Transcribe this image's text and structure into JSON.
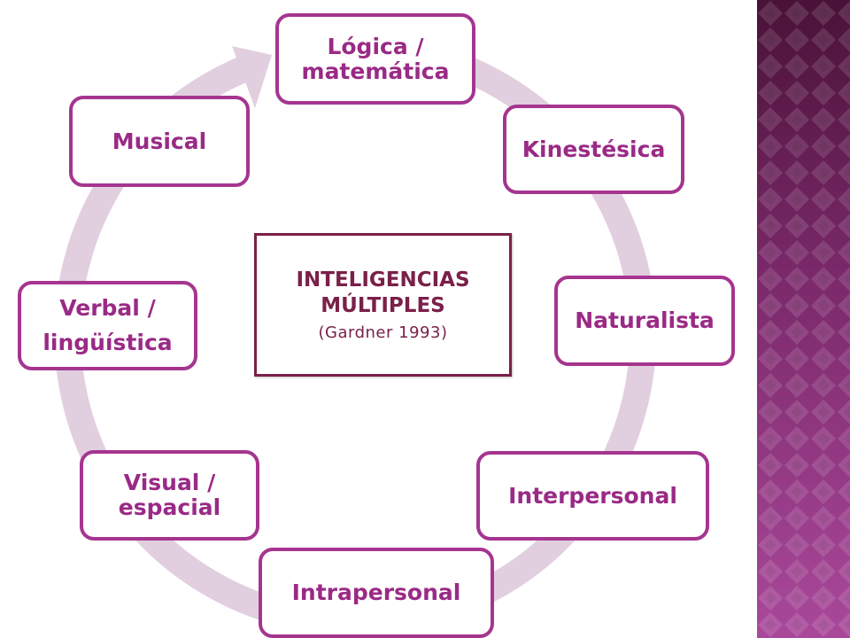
{
  "diagram": {
    "center": {
      "title_line1": "INTELIGENCIAS",
      "title_line2": "MÚLTIPLES",
      "subtitle": "(Gardner 1993)"
    },
    "nodes": [
      {
        "line1": "Lógica /",
        "line2": "matemática"
      },
      {
        "line1": "Kinestésica"
      },
      {
        "line1": "Naturalista"
      },
      {
        "line1": "Interpersonal"
      },
      {
        "line1": "Intrapersonal"
      },
      {
        "line1": "Visual /",
        "line2": "espacial"
      },
      {
        "line1": "Verbal /",
        "line2": "lingüística"
      },
      {
        "line1": "Musical"
      }
    ]
  },
  "colors": {
    "node_border": "#a5358f",
    "node_text": "#9a2a86",
    "ring": "#e1cfe0",
    "center_border": "#7a2049",
    "panel_dark": "#4a1238",
    "panel_light": "#a9489a"
  }
}
